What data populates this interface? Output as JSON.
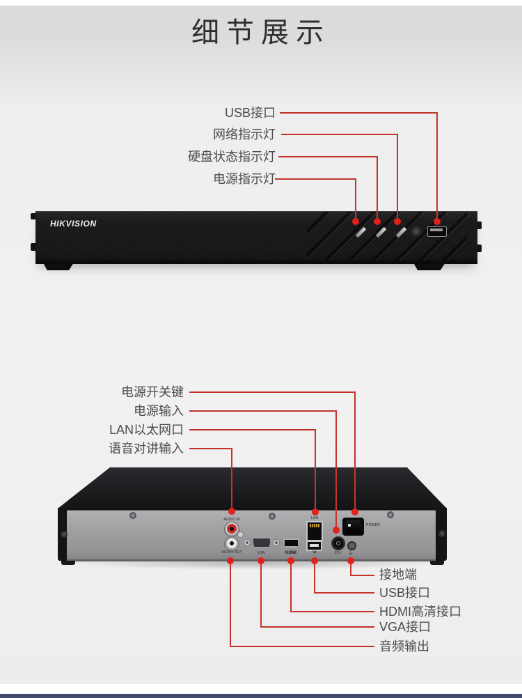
{
  "header": {
    "title": "细节展示"
  },
  "front_view": {
    "brand": "HIKVISION",
    "callouts": {
      "usb": "USB接口",
      "network_led": "网络指示灯",
      "hdd_led": "硬盘状态指示灯",
      "power_led": "电源指示灯"
    }
  },
  "rear_view": {
    "callouts_top": {
      "power_switch": "电源开关键",
      "power_input": "电源输入",
      "lan": "LAN以太网口",
      "audio_in": "语音对讲输入"
    },
    "callouts_bottom": {
      "ground": "接地端",
      "usb": "USB接口",
      "hdmi": "HDMI高清接口",
      "vga": "VGA接口",
      "audio_out": "音频输出"
    },
    "panel_labels": {
      "audio_in": "AUDIO IN",
      "audio_out": "AUDIO OUT",
      "vga": "VGA",
      "hdmi": "HDMI",
      "lan": "LAN",
      "usb": "Ψ",
      "power_input": "12V",
      "ground": "⏚",
      "power": "POWER"
    }
  },
  "colors": {
    "callout_line": "#c2342c",
    "callout_dot": "#e2211c",
    "title_band": "#dcdcdc",
    "footer_bar": "#444a6d"
  }
}
